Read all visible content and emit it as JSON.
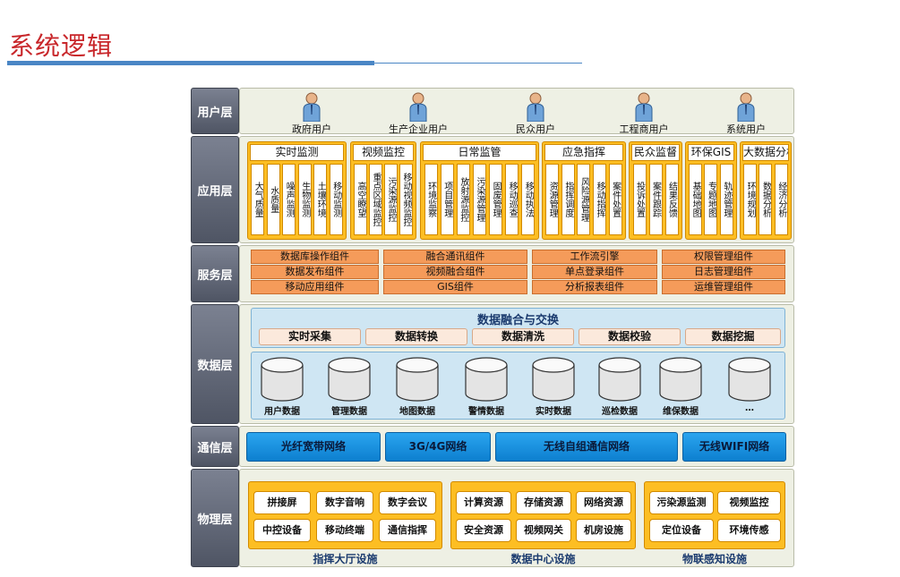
{
  "title": "系统逻辑",
  "layers": {
    "user": "用户层",
    "app": "应用层",
    "service": "服务层",
    "data": "数据层",
    "comm": "通信层",
    "physical": "物理层"
  },
  "users": [
    "政府用户",
    "生产企业用户",
    "民众用户",
    "工程商用户",
    "系统用户"
  ],
  "app_groups": [
    {
      "title": "实时监测",
      "items": [
        "大气质量",
        "水质量",
        "噪声监测",
        "生物监测",
        "土壤环境",
        "移动监测"
      ]
    },
    {
      "title": "视频监控",
      "items": [
        "高空瞭望",
        "重点区域监控",
        "污染源监控",
        "移动视频监控"
      ]
    },
    {
      "title": "日常监管",
      "items": [
        "环境监察",
        "项目管理",
        "放射源监控",
        "污染源管理",
        "固废管理",
        "移动巡查",
        "移动执法"
      ]
    },
    {
      "title": "应急指挥",
      "items": [
        "资源管理",
        "指挥调度",
        "风险源管理",
        "移动指挥",
        "案件处置"
      ]
    },
    {
      "title": "民众监督",
      "items": [
        "投诉处置",
        "案件跟踪",
        "结果反馈"
      ]
    },
    {
      "title": "环保GIS",
      "items": [
        "基础地图",
        "专题地图",
        "轨迹管理"
      ]
    },
    {
      "title": "大数据分析",
      "items": [
        "环境规划",
        "数据分析",
        "经济分析"
      ]
    }
  ],
  "services": [
    [
      "数据库操作组件",
      "融合通讯组件",
      "工作流引擎",
      "权限管理组件"
    ],
    [
      "数据发布组件",
      "视频融合组件",
      "单点登录组件",
      "日志管理组件"
    ],
    [
      "移动应用组件",
      "GIS组件",
      "分析报表组件",
      "运维管理组件"
    ]
  ],
  "fusion": {
    "title": "数据融合与交换",
    "items": [
      "实时采集",
      "数据转换",
      "数据清洗",
      "数据校验",
      "数据挖掘"
    ]
  },
  "databases": [
    "用户数据",
    "管理数据",
    "地图数据",
    "警情数据",
    "实时数据",
    "巡检数据",
    "维保数据",
    "…"
  ],
  "comm": [
    "光纤宽带网络",
    "3G/4G网络",
    "无线自组通信网络",
    "无线WIFI网络"
  ],
  "physical": [
    {
      "caption": "指挥大厅设施",
      "items": [
        "拼接屏",
        "数字音响",
        "数字会议",
        "中控设备",
        "移动终端",
        "通信指挥"
      ]
    },
    {
      "caption": "数据中心设施",
      "items": [
        "计算资源",
        "存储资源",
        "网络资源",
        "安全资源",
        "视频网关",
        "机房设施"
      ]
    },
    {
      "caption": "物联感知设施",
      "items": [
        "污染源监测",
        "视频监控",
        "定位设备",
        "环境传感"
      ]
    }
  ],
  "colors": {
    "title": "#c8262a",
    "accent_blue": "#4a86c5",
    "app_orange": "#fdbe23",
    "service_orange": "#f59b5a",
    "comm_blue": "#1a93e0"
  }
}
